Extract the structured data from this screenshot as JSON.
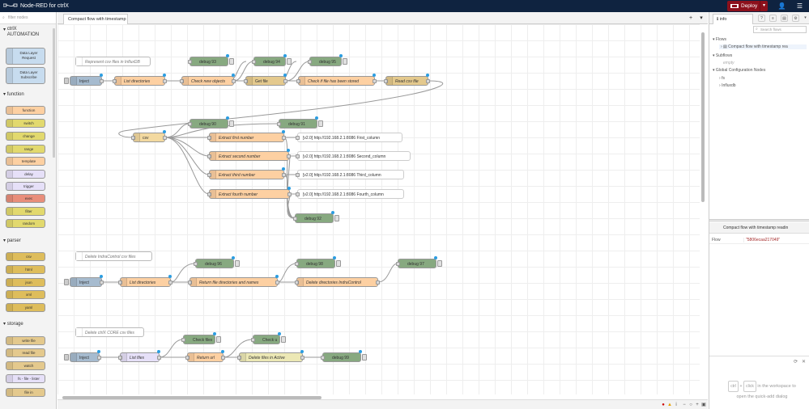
{
  "header": {
    "title": "Node-RED for ctrlX",
    "deploy_label": "Deploy",
    "colors": {
      "header_bg": "#0f2340",
      "deploy_bg": "#8c101c"
    }
  },
  "palette": {
    "filter_placeholder": "filter nodes",
    "categories": [
      {
        "name": "ctrlX AUTOMATION",
        "nodes": [
          "Data Layer Request",
          "Data Layer Subscribe"
        ]
      },
      {
        "name": "function",
        "nodes": [
          "function",
          "switch",
          "change",
          "range",
          "template",
          "delay",
          "trigger",
          "exec",
          "filter",
          "random"
        ]
      },
      {
        "name": "parser",
        "nodes": [
          "csv",
          "html",
          "json",
          "xml",
          "yaml"
        ]
      },
      {
        "name": "storage",
        "nodes": [
          "write file",
          "read file",
          "watch",
          "fs - file - lister",
          "file in"
        ]
      }
    ]
  },
  "workspace": {
    "tab_label": "Compact flow with timestamp",
    "nodes": {
      "c1": "Represent csv files in InfluxDB",
      "inj1": "Inject",
      "ls1": "List directories",
      "chk1": "Check new objects",
      "getf": "Get file",
      "chk2": "Check if file has been stored",
      "read1": "Read csv file",
      "dbg93": "debug 93",
      "dbg94": "debug 94",
      "dbg95": "debug 95",
      "csv": "csv",
      "dbg90": "debug 90",
      "dbg91": "debug 91",
      "ex1": "Extract first number",
      "ex2": "Extract second number",
      "ex3": "Extract third number",
      "ex4": "Extract fourth number",
      "in1": "[v2.0] http://192.168.2.1:8086 First_column",
      "in2": "[v2.0] http://192.168.2.1:8086 Second_column",
      "in3": "[v2.0] http://192.168.2.1:8086 Third_column",
      "in4": "[v2.0] http://192.168.2.1:8086 Fourth_column",
      "dbg92": "debug 92",
      "c2": "Delete IndraControl csv files",
      "inj2": "Inject",
      "ls2": "List directories",
      "ret2": "Return file directories and names",
      "del2": "Delete directories IndraControl",
      "dbg96": "debug 96",
      "dbg98": "debug 98",
      "dbg97": "debug 97",
      "c3": "Delete ctrlX CORE csv files",
      "inj3": "Inject",
      "lf3": "List files",
      "ret3": "Return url",
      "del3": "Delete files in Active",
      "chkf": "Check files",
      "chku": "Check url",
      "dbg99": "debug 99"
    }
  },
  "sidebar": {
    "tab_label": "info",
    "search_placeholder": "Search flows",
    "tree": {
      "flows": "Flows",
      "flow_item": "Compact flow with timestamp rea",
      "subflows": "Subflows",
      "empty": "empty",
      "global": "Global Configuration Nodes",
      "fs": "fs",
      "influxdb": "Influxdb"
    },
    "info_title": "Compact flow with timestamp readin",
    "flow_label": "Flow",
    "flow_id": "\"5806ecaa217049\"",
    "help_key1": "ctrl",
    "help_key2": "click",
    "help_text1": "in the workspace to",
    "help_text2": "open the quick-add dialog"
  }
}
